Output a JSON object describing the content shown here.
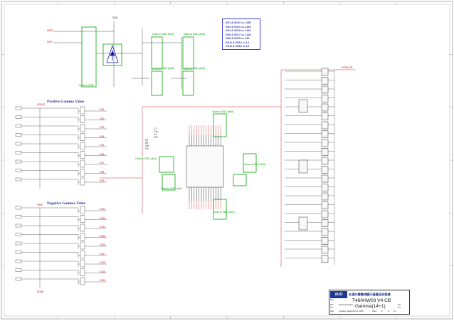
{
  "legend": {
    "lines": [
      "VG1  &  VG22 == L255",
      "VG2  &  VG21 == L254",
      "VG4  &  VG19 == L223",
      "VG6  &  VG17 == L128",
      "VG8  &  VG15 == L32",
      "VG11  &  VG12 == L2",
      "VG11 & VG12 == L0"
    ]
  },
  "sections": {
    "positive": "Positive Gamma Value",
    "negative": "Negative Gamma Value"
  },
  "notes": {
    "close_to_pin": "Close to VSS2",
    "close_ic_a": "Close to VDD1 pin(4)",
    "close_ic_b": "Close to VDD1 pin(6)",
    "close_ic_c": "Close to VDD1 pin(8)",
    "close_ic_d": "Close to VDD1 pin(3)",
    "close_center_top": "Close to VDD1 pin(9)",
    "close_center_left": "Close to VDD1 pin(1)",
    "close_center_right": "Close to VDD1 pin(5)",
    "close_center_bot": "Close to VDD1 pin(2)",
    "close_lower": "Close to VDD1 pin(7)"
  },
  "nets": {
    "avdd": "AVDD",
    "vgh": "VGH",
    "gnd": "GND",
    "vcom": "VCOM_FB",
    "vgout": "VGOUT",
    "vref": "VREF",
    "agnd": "AGND"
  },
  "gamma_pos": [
    "VG1",
    "VG2",
    "VG3",
    "VG4",
    "VG5",
    "VG6",
    "VG7",
    "VG8",
    "VG9",
    "VG10",
    "VG11"
  ],
  "gamma_neg": [
    "VG12",
    "VG13",
    "VG14",
    "VG15",
    "VG16",
    "VG17",
    "VG18",
    "VG19",
    "VG20",
    "VG21",
    "VG22"
  ],
  "cap_values": [
    "C1",
    "0.1u",
    "1u",
    "10V"
  ],
  "res_values": [
    "R1",
    "0R",
    "10K",
    "1%"
  ],
  "title_block": {
    "company_cn": "友達光電電視顯示器產品研發處",
    "company_en": "AUO",
    "title_label": "Title",
    "project": "T460HW03 V4 CB",
    "sheet_name": "Gamma(14+1)",
    "size_label": "Size",
    "size": "A3",
    "doc_label": "Document Number",
    "rev_label": "Rev",
    "rev": "1.0",
    "date_label": "Date",
    "date": "Tuesday, September 21, 2010",
    "sheet_label": "Sheet",
    "sheet_num": "8",
    "of_label": "of",
    "sheet_total": "16"
  }
}
